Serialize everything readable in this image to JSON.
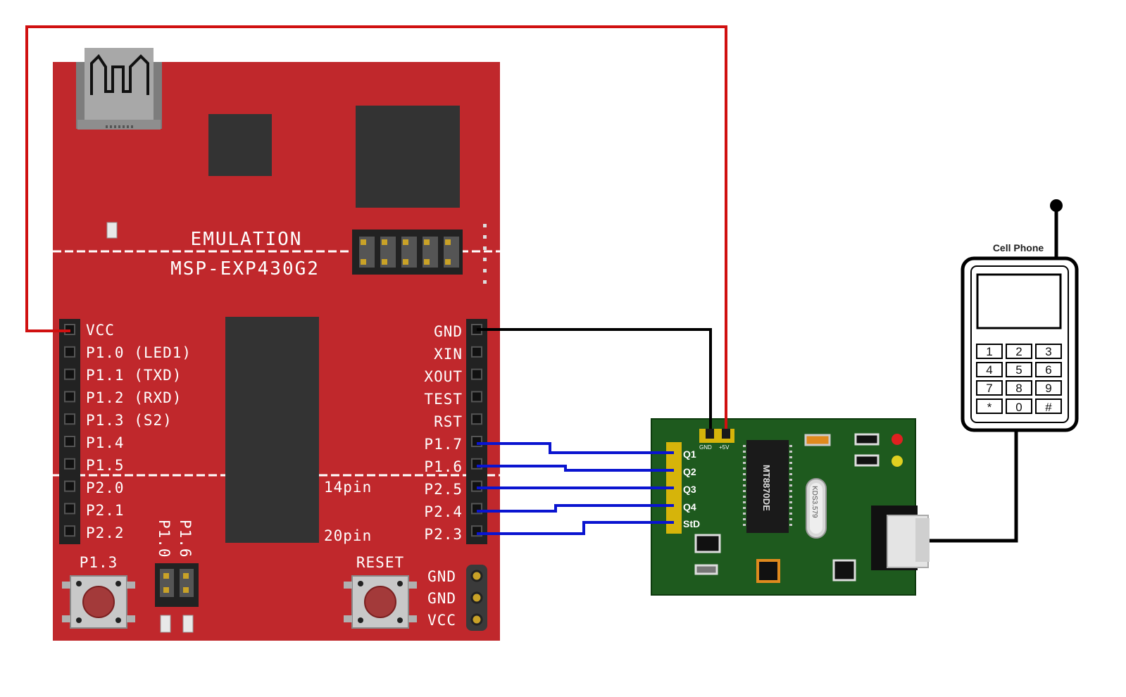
{
  "board": {
    "title": "EMULATION",
    "model": "MSP-EXP430G2",
    "left_pins": [
      "VCC",
      "P1.0 (LED1)",
      "P1.1 (TXD)",
      "P1.2 (RXD)",
      "P1.3 (S2)",
      "P1.4",
      "P1.5",
      "P2.0",
      "P2.1",
      "P2.2"
    ],
    "right_pins": [
      "GND",
      "XIN",
      "XOUT",
      "TEST",
      "RST",
      "P1.7",
      "P1.6",
      "P2.5",
      "P2.4",
      "P2.3"
    ],
    "pin14_label": "14pin",
    "pin20_label": "20pin",
    "button_left_label": "P1.3",
    "button_right_label": "RESET",
    "jumper_labels": [
      "P1.6",
      "P1.0"
    ],
    "power_pins": [
      "GND",
      "GND",
      "VCC"
    ],
    "color": "#c0282c"
  },
  "dtmf_module": {
    "outputs": [
      "Q1",
      "Q2",
      "Q3",
      "Q4",
      "StD"
    ],
    "power_labels": [
      "GND",
      "+5V"
    ],
    "chip_label": "MT8870DE",
    "crystal_label": "KDS3.579",
    "color": "#1e5a1e"
  },
  "phone": {
    "title": "Cell Phone",
    "keys": [
      "1",
      "2",
      "3",
      "4",
      "5",
      "6",
      "7",
      "8",
      "9",
      "*",
      "0",
      "#"
    ]
  },
  "wires": [
    {
      "from": "VCC",
      "to": "+5V",
      "color": "#d01010"
    },
    {
      "from": "GND",
      "to": "GND",
      "color": "#000000"
    },
    {
      "from": "P1.7",
      "to": "Q1",
      "color": "#0a14d0"
    },
    {
      "from": "P1.6",
      "to": "Q2",
      "color": "#0a14d0"
    },
    {
      "from": "P2.5",
      "to": "Q3",
      "color": "#0a14d0"
    },
    {
      "from": "P2.4",
      "to": "Q4",
      "color": "#0a14d0"
    },
    {
      "from": "P2.3",
      "to": "StD",
      "color": "#0a14d0"
    },
    {
      "from": "DTMF audio jack",
      "to": "Cell Phone",
      "color": "#000000"
    }
  ]
}
